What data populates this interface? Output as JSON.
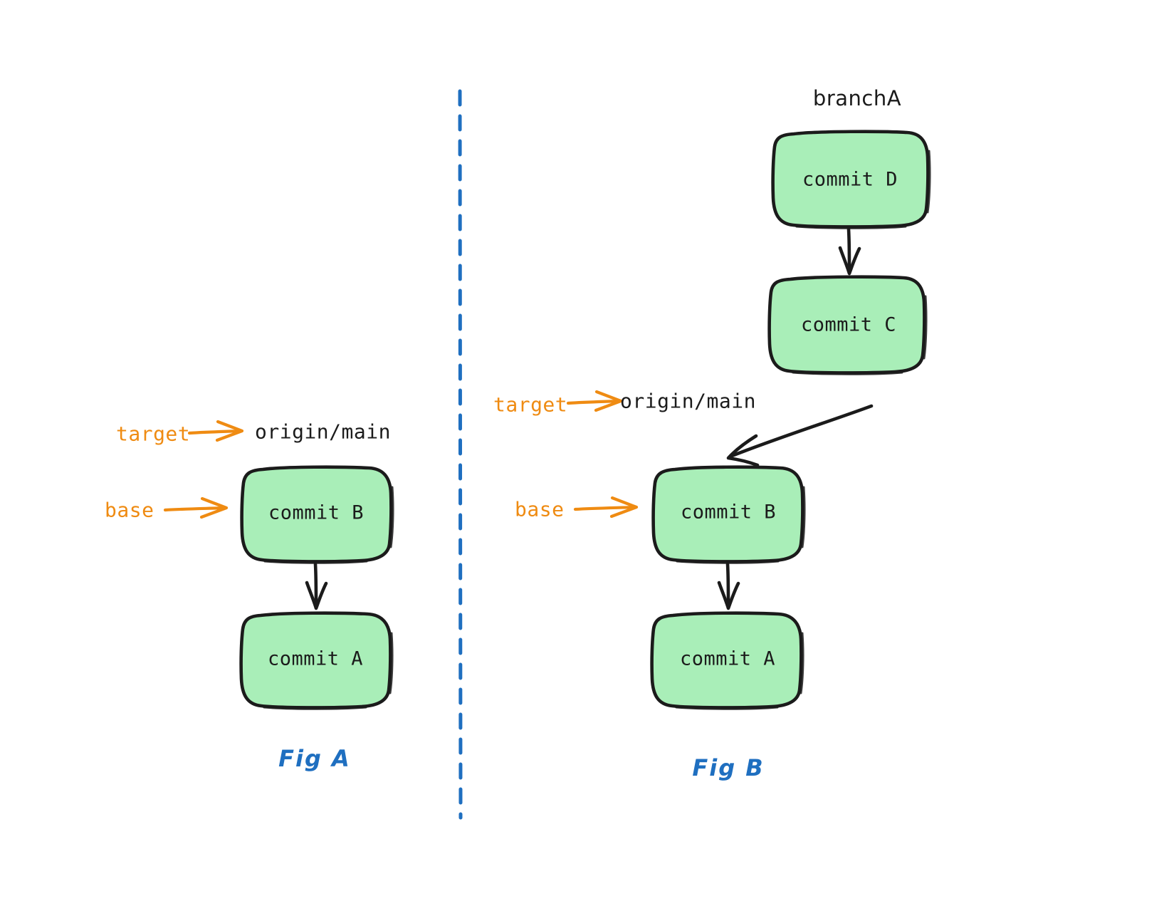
{
  "diagram": {
    "title": "git rebase branch diagram",
    "background": "#ffffff",
    "colors": {
      "commit_fill": "#a9eeb8",
      "commit_stroke": "#1b1b1b",
      "annotation_orange": "#ef8b12",
      "figure_blue": "#1f6fc0",
      "text_dark": "#1b1b1b"
    }
  },
  "divider": {
    "name": "vertical-dashed-divider",
    "orientation": "vertical",
    "color": "#1f6fc0",
    "style": "dashed"
  },
  "figures": [
    {
      "id": "fig-a",
      "caption": "Fig A",
      "branch_label": null,
      "ref_label": "origin/main",
      "annotations": [
        {
          "id": "target",
          "label": "target",
          "points_to": "origin/main"
        },
        {
          "id": "base",
          "label": "base",
          "points_to": "commit B"
        }
      ],
      "commits": [
        {
          "id": "commit-b",
          "label": "commit B"
        },
        {
          "id": "commit-a",
          "label": "commit A"
        }
      ],
      "edges": [
        {
          "from": "commit B",
          "to": "commit A",
          "style": "straight"
        }
      ]
    },
    {
      "id": "fig-b",
      "caption": "Fig B",
      "branch_label": "branchA",
      "ref_label": "origin/main",
      "annotations": [
        {
          "id": "target",
          "label": "target",
          "points_to": "origin/main"
        },
        {
          "id": "base",
          "label": "base",
          "points_to": "commit B"
        }
      ],
      "commits": [
        {
          "id": "commit-d",
          "label": "commit D"
        },
        {
          "id": "commit-c",
          "label": "commit C"
        },
        {
          "id": "commit-b",
          "label": "commit B"
        },
        {
          "id": "commit-a",
          "label": "commit A"
        }
      ],
      "edges": [
        {
          "from": "commit D",
          "to": "commit C",
          "style": "straight"
        },
        {
          "from": "commit C",
          "to": "commit B",
          "style": "curved"
        },
        {
          "from": "commit B",
          "to": "commit A",
          "style": "straight"
        }
      ]
    }
  ]
}
